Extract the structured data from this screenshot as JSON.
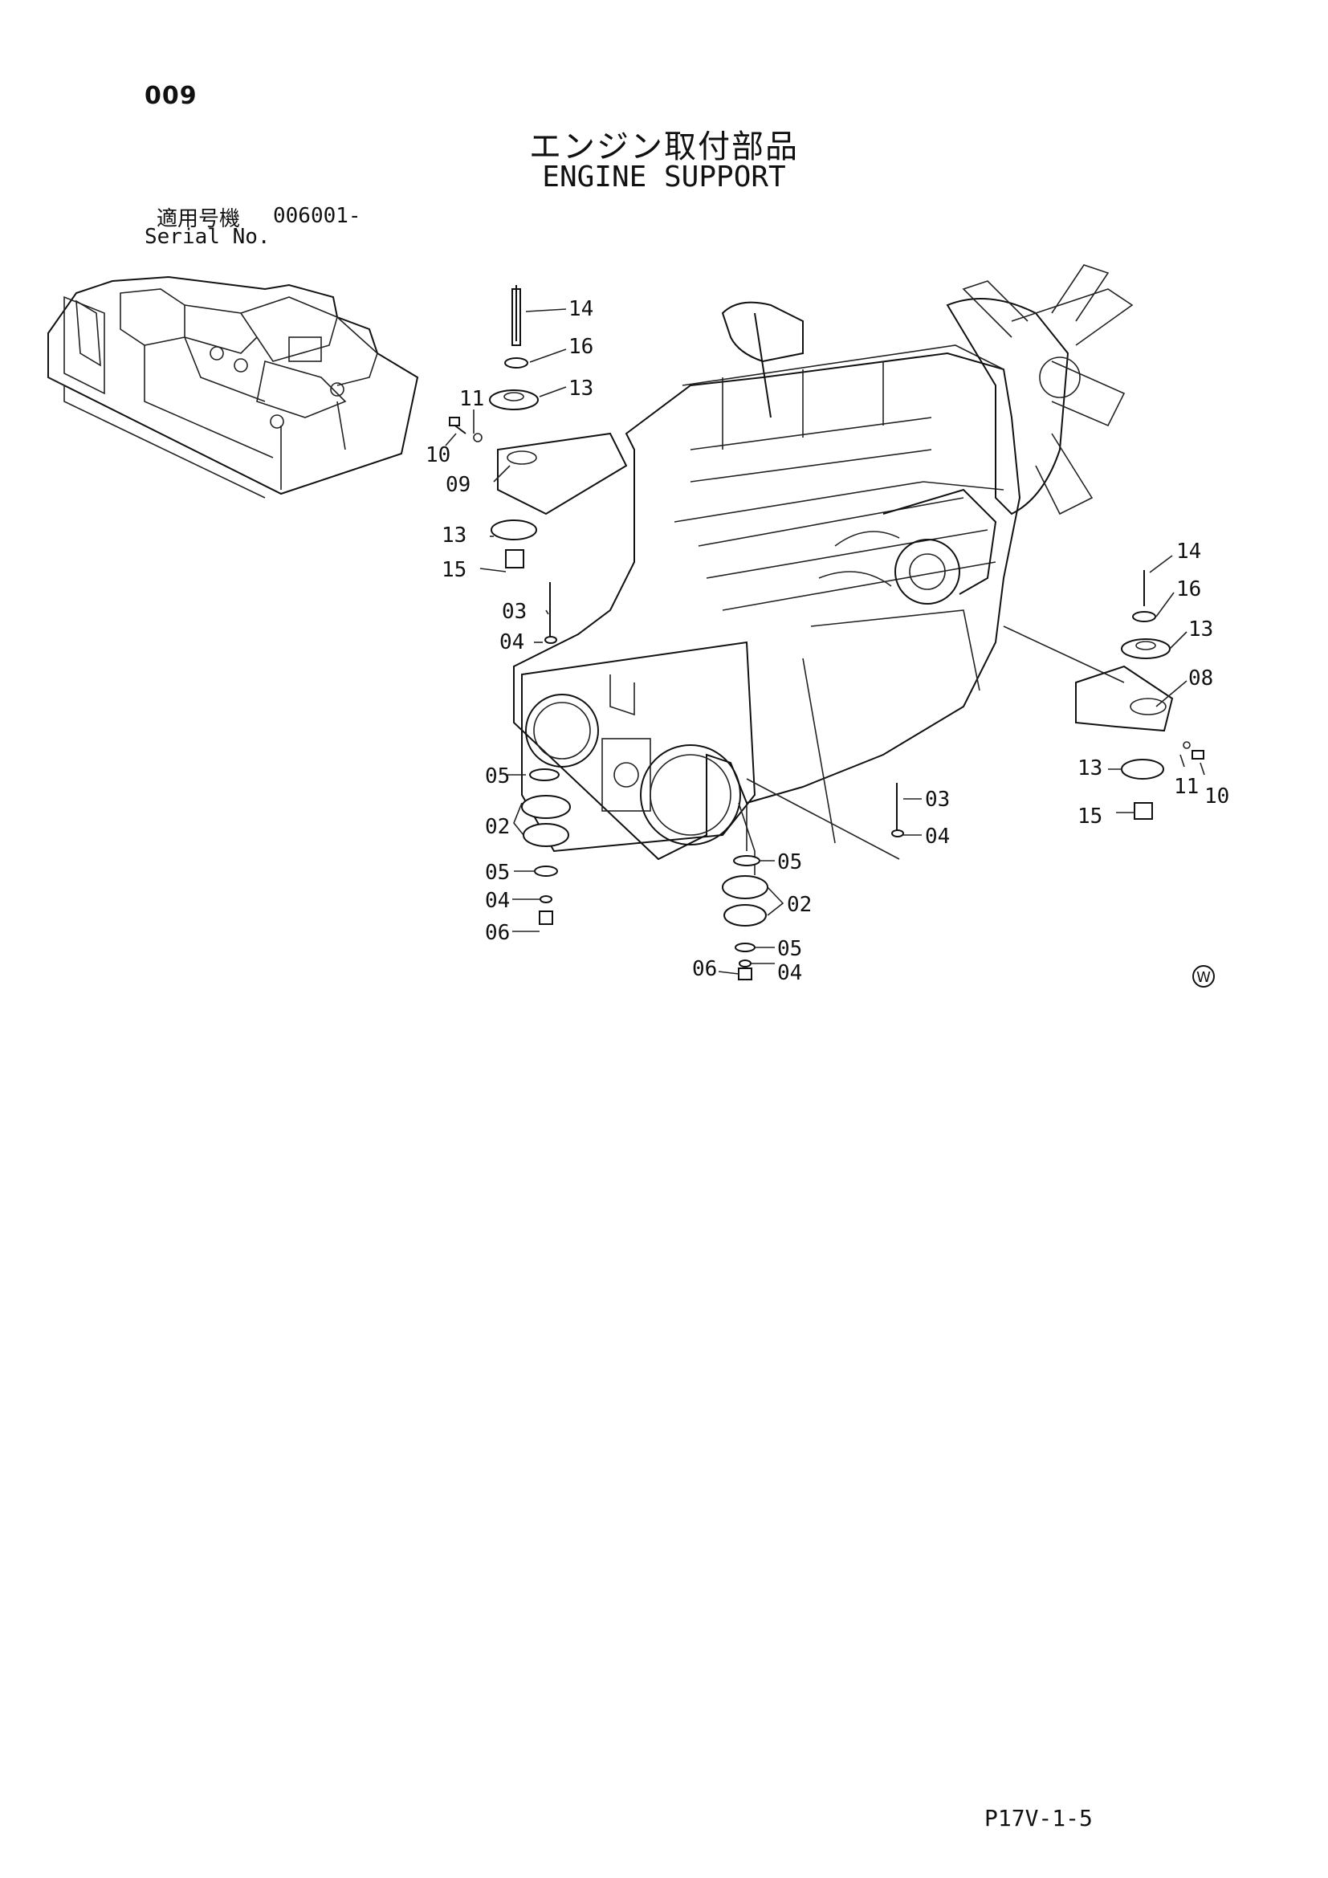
{
  "header": {
    "page_number": "009",
    "title_jp": "エンジン取付部品",
    "title_en": "ENGINE SUPPORT",
    "serial_label_jp": "適用号機",
    "serial_label_en": "Serial No.",
    "serial_value": "006001-"
  },
  "callouts": {
    "c14_top": "14",
    "c16_top": "16",
    "c13_top": "13",
    "c11_left": "11",
    "c10_left": "10",
    "c09": "09",
    "c13_left": "13",
    "c15_left": "15",
    "c03_left": "03",
    "c04_left": "04",
    "c05_a": "05",
    "c02_left": "02",
    "c05_b": "05",
    "c04_b": "04",
    "c06_left": "06",
    "c03_mid": "03",
    "c04_mid": "04",
    "c05_mid": "05",
    "c02_mid": "02",
    "c05_mid2": "05",
    "c06_mid": "06",
    "c04_mid2": "04",
    "c14_right": "14",
    "c16_right": "16",
    "c13_right": "13",
    "c08": "08",
    "c13_right2": "13",
    "c11_right": "11",
    "c10_right": "10",
    "c15_right": "15"
  },
  "corner_mark": "W",
  "footer": {
    "code": "P17V-1-5"
  }
}
